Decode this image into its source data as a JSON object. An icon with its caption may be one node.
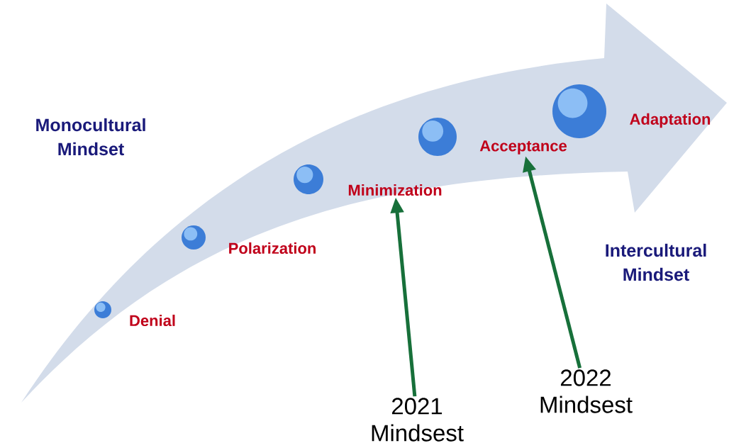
{
  "diagram": {
    "nodes": [
      {
        "text": [
          "Denial"
        ]
      },
      {
        "text": [
          "Polarization"
        ]
      },
      {
        "text": [
          "Minimization"
        ]
      },
      {
        "text": [
          "Acceptance"
        ]
      },
      {
        "text": [
          "Adaptation"
        ]
      },
      {
        "text": [
          "2021 Mindsest"
        ]
      },
      {
        "text": [
          "2022 Mindsest"
        ]
      }
    ],
    "edges": [
      {
        "from": 5,
        "to": 2,
        "arrow": "to",
        "color": "#17703a"
      },
      {
        "from": 6,
        "to": 3,
        "arrow": "to",
        "color": "#17703a"
      }
    ],
    "labels": [
      "Monocultural Mindset",
      "Intercultural Mindset"
    ]
  }
}
